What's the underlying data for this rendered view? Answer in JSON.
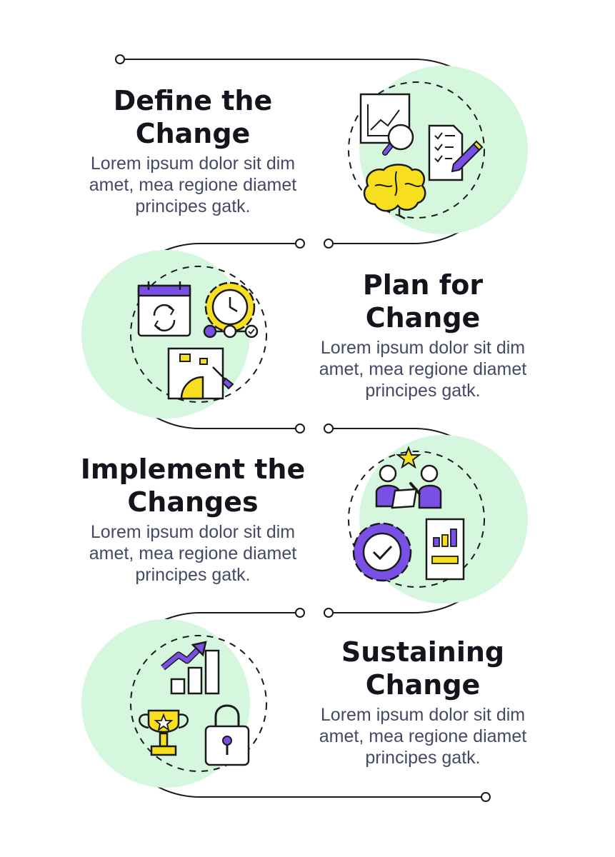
{
  "colors": {
    "mint": "#d4f7de",
    "purple": "#7a4fe6",
    "yellow": "#f7de1e",
    "outline": "#1a1a1a",
    "title": "#14141c",
    "body": "#454866"
  },
  "steps": [
    {
      "title_lines": [
        "Define the",
        "Change"
      ],
      "description": "Lorem ipsum dolor sit dim amet, mea regione diamet principes gatk.",
      "icons": [
        "chart-magnifier-icon",
        "checklist-pencil-icon",
        "brain-icon"
      ]
    },
    {
      "title_lines": [
        "Plan for",
        "Change"
      ],
      "description": "Lorem ipsum dolor sit dim amet, mea regione diamet principes gatk.",
      "icons": [
        "calendar-refresh-icon",
        "gear-clock-icon",
        "timeline-steps-icon",
        "blueprint-protractor-icon"
      ]
    },
    {
      "title_lines": [
        "Implement the",
        "Changes"
      ],
      "description": "Lorem ipsum dolor sit dim amet, mea regione diamet principes gatk.",
      "icons": [
        "star-icon",
        "team-collaboration-icon",
        "gear-check-icon",
        "report-chart-icon"
      ]
    },
    {
      "title_lines": [
        "Sustaining",
        "Change"
      ],
      "description": "Lorem ipsum dolor sit dim amet, mea regione diamet principes gatk.",
      "icons": [
        "growth-arrow-bars-icon",
        "trophy-star-icon",
        "padlock-icon"
      ]
    }
  ]
}
